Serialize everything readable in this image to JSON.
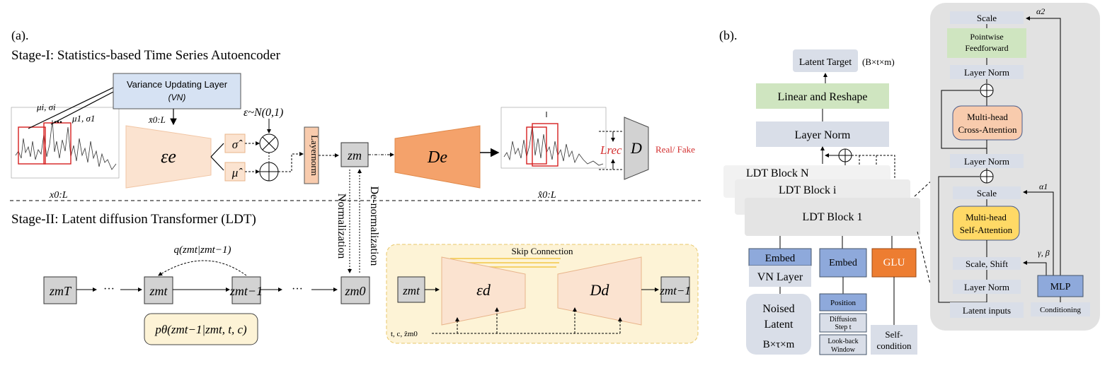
{
  "panel_a": {
    "label": "(a).",
    "stage1_title": "Stage-I: Statistics-based Time Series Autoencoder",
    "stage2_title": "Stage-II: Latent diffusion Transformer (LDT)",
    "vn_layer": "Variance Updating Layer",
    "vn_abbrev": "(VN)",
    "mu_sigma_i": "μi, σi",
    "mu_sigma_1": "μ1, σ1",
    "ellipsis": "...",
    "x_input_label": "x0:L",
    "xbar_label": "x̄0:L",
    "encoder": "εe",
    "sigma_hat": "σ̂",
    "mu_hat": "μ̂",
    "epsilon_noise": "ε~N(0,1)",
    "layernorm": "Layernorm",
    "zm": "zm",
    "decoder": "De",
    "x_hat_label": "x̂0:L",
    "loss_rec": "Lrec",
    "discriminator": "D",
    "real_fake": "Real/ Fake",
    "normalization": "Normalization",
    "denormalization": "De-normalization",
    "z_T": "zmT",
    "z_t": "zmt",
    "z_t1": "zmt−1",
    "z_0": "zm0",
    "dots": "···",
    "q_label": "q(zmt|zmt−1)",
    "p_theta": "pθ(zmt−1|zmt, t, c)",
    "skip_connection": "Skip Connection",
    "eps_d": "εd",
    "D_d": "Dd",
    "tc_label": "t, c, ẑm0",
    "unet_in": "zmt",
    "unet_out": "zmt−1"
  },
  "panel_b": {
    "label": "(b).",
    "latent_target": "Latent Target",
    "latent_target_shape": "(B×t×m)",
    "linear_reshape": "Linear and Reshape",
    "layer_norm": "Layer Norm",
    "ldt_block_n": "LDT Block N",
    "ldt_block_i": "LDT Block i",
    "ldt_block_1": "LDT Block 1",
    "embed": "Embed",
    "vn_layer": "VN Layer",
    "noised_latent_line1": "Noised",
    "noised_latent_line2": "Latent",
    "noised_latent_line3": "B×τ×m",
    "embed2": "Embed",
    "position": "Position",
    "diffusion_step_line1": "Diffusion",
    "diffusion_step_line2": "Step t",
    "lookback_line1": "Look-back",
    "lookback_line2": "Window",
    "glu": "GLU",
    "self_condition_line1": "Self-",
    "self_condition_line2": "condition",
    "detail": {
      "scale_top": "Scale",
      "alpha2": "α2",
      "pointwise_line1": "Pointwise",
      "pointwise_line2": "Feedforward",
      "layer_norm_1": "Layer Norm",
      "cross_attn_line1": "Multi-head",
      "cross_attn_line2": "Cross-Attention",
      "layer_norm_2": "Layer Norm",
      "scale_mid": "Scale",
      "alpha1": "α1",
      "self_attn_line1": "Multi-head",
      "self_attn_line2": "Self-Attention",
      "gamma_beta": "γ, β",
      "scale_shift": "Scale, Shift",
      "layer_norm_3": "Layer Norm",
      "mlp": "MLP",
      "latent_inputs": "Latent inputs",
      "conditioning": "Conditioning"
    }
  },
  "colors": {
    "encoder_fill": "#fbe3d0",
    "decoder_fill": "#f4a26b",
    "vn_fill": "#d6e2f3",
    "grey_box": "#d2d2d2",
    "yellow_panel": "#fdf3d6",
    "green_block": "#cfe5c0",
    "ldt_block": "#ebebeb",
    "blue_embed": "#8ea9db",
    "glu_orange": "#ed7d31",
    "cross_attn": "#f8cbad",
    "self_attn": "#ffd966",
    "label_grey": "#d9dee8",
    "red_text": "#d32f2f"
  }
}
